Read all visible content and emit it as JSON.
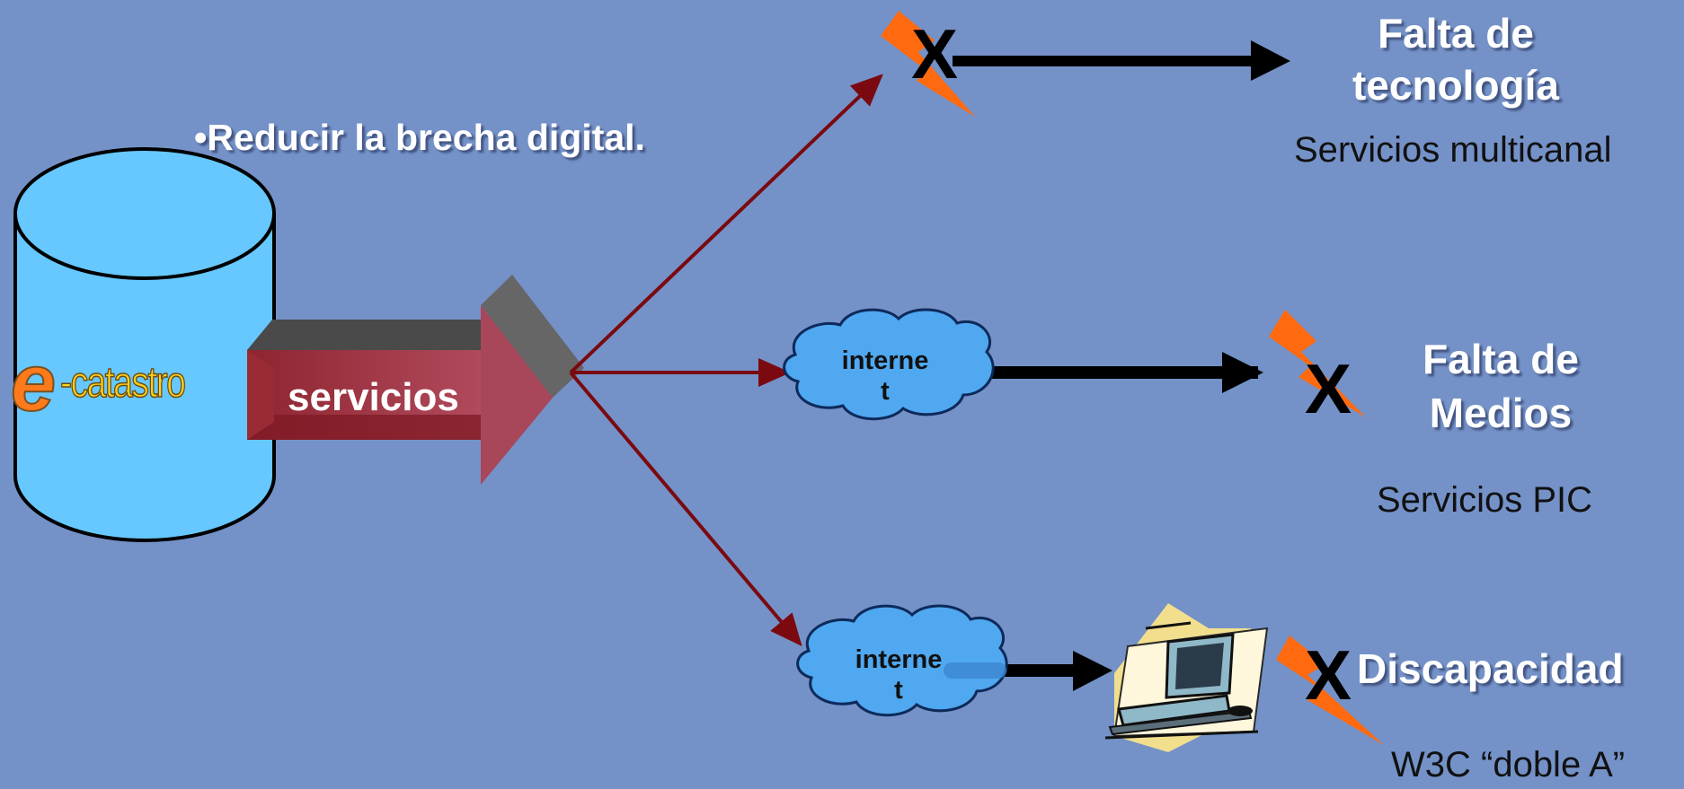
{
  "bullet_text": "•Reducir la brecha digital.",
  "logo": {
    "letter": "e",
    "word": "-catastro"
  },
  "arrow_label": "servicios",
  "cloud_label": "interne\nt",
  "cross_mark": "X",
  "branches": [
    {
      "problem_line1": "Falta de",
      "problem_line2": "tecnología",
      "solution": "Servicios multicanal"
    },
    {
      "problem_line1": "Falta de",
      "problem_line2": "Medios",
      "solution": "Servicios PIC"
    },
    {
      "problem_line1": "Discapacidad",
      "problem_line2": "",
      "solution": "W3C “doble A”"
    }
  ],
  "colors": {
    "background": "#7492c8",
    "cylinder": "#66c8ff",
    "arrow_dark_red": "#8b1f28",
    "connector": "#7a0a10",
    "lightning": "#ff6a10",
    "logo_orange": "#ff7a1a",
    "logo_yellow": "#ffd21a",
    "cloud": "#4fa8f0"
  }
}
